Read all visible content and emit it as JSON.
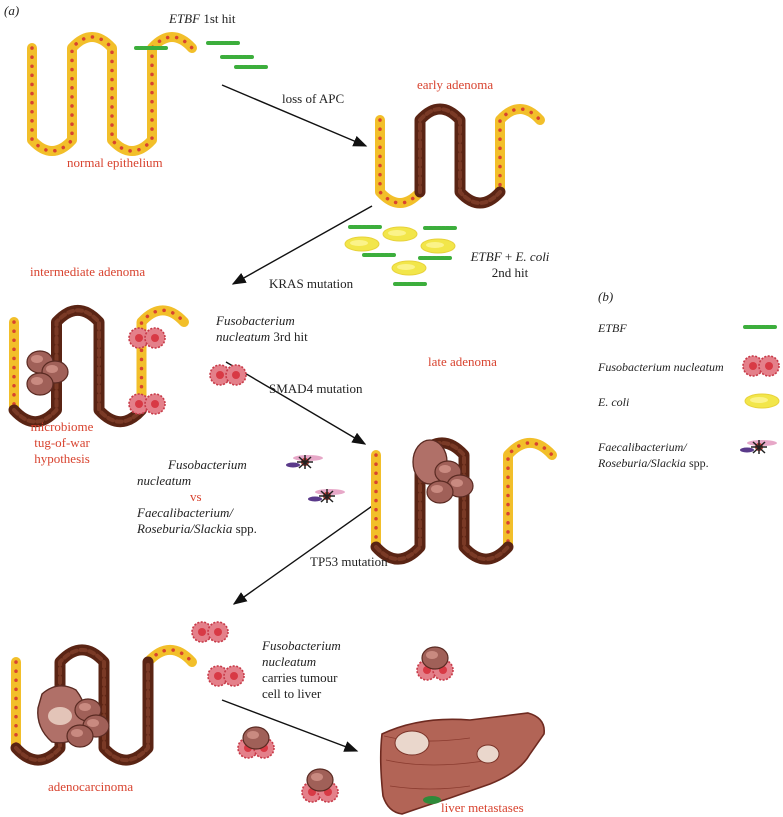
{
  "panel_labels": {
    "a": "(a)",
    "b": "(b)"
  },
  "stages": {
    "normal": "normal epithelium",
    "early": "early adenoma",
    "intermediate": "intermediate adenoma",
    "late": "late adenoma",
    "adenocarcinoma": "adenocarcinoma",
    "liver": "liver metastases"
  },
  "mutations": {
    "apc": "loss of APC",
    "kras": "KRAS mutation",
    "smad4": "SMAD4 mutation",
    "tp53": "TP53 mutation"
  },
  "hits": {
    "first_italic": "ETBF",
    "first_rest": " 1st hit",
    "second_a": "ETBF",
    "second_plus": " + ",
    "second_b": "E. coli",
    "second_rest": "2nd hit",
    "third_l1": "Fusobacterium",
    "third_l2": "nucleatum",
    "third_rest": " 3rd hit"
  },
  "tug_of_war": {
    "l1": "microbiome",
    "l2": "tug-of-war",
    "l3": "hypothesis",
    "fuso_l1": "Fusobacterium",
    "fuso_l2": "nucleatum",
    "vs": "vs",
    "faec_l1": "Faecalibacterium/",
    "faec_l2a": "Roseburia/Slackia",
    "faec_l2b": " spp."
  },
  "metastasis_note": {
    "l1": "Fusobacterium",
    "l2": "nucleatum",
    "l3": "carries tumour",
    "l4": "cell to liver"
  },
  "legend": {
    "etbf": "ETBF",
    "fuso": "Fusobacterium nucleatum",
    "ecoli": "E. coli",
    "faec_l1": "Faecalibacterium/",
    "faec_l2a": "Roseburia/Slackia",
    "faec_l2b": " spp."
  },
  "colors": {
    "epithelium": "#f2bf2a",
    "epithelium_dot": "#d8432f",
    "adenoma": "#5a2414",
    "label_red": "#d8432f",
    "etbf": "#3cae3c",
    "ecoli": "#f2e64a",
    "fuso": "#e0555f",
    "liver": "#9a3f32"
  }
}
